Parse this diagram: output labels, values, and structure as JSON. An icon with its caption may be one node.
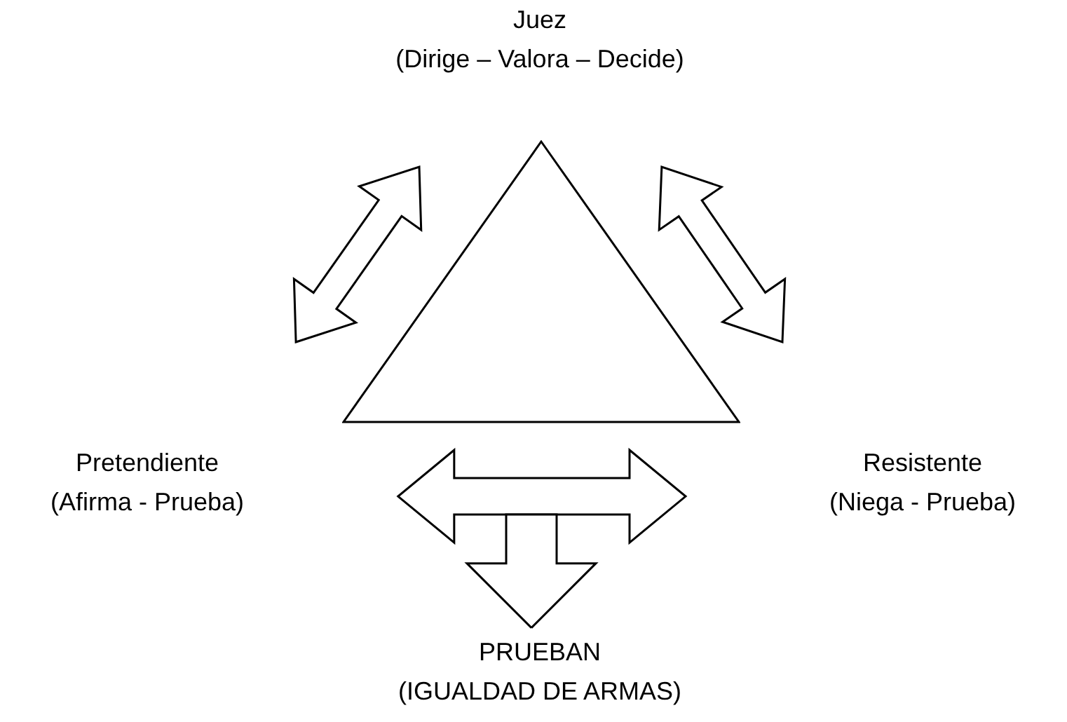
{
  "diagram": {
    "nodes": [
      {
        "text": [
          "Juez",
          "(Dirige – Valora – Decide)"
        ]
      },
      {
        "text": [],
        "shape": "triangle"
      },
      {
        "text": [
          "Pretendiente",
          "(Afirma - Prueba)"
        ]
      },
      {
        "text": [
          "Resistente",
          "(Niega - Prueba)"
        ]
      },
      {
        "text": [
          "PRUEBAN",
          "(IGUALDAD DE ARMAS)"
        ]
      }
    ],
    "edges": [
      {
        "from": 2,
        "to": 0,
        "arrow": "both"
      },
      {
        "from": 0,
        "to": 3,
        "arrow": "both"
      },
      {
        "from": 2,
        "to": 3,
        "arrow": "both"
      },
      {
        "from": null,
        "to": 4,
        "arrow": "to"
      }
    ]
  }
}
